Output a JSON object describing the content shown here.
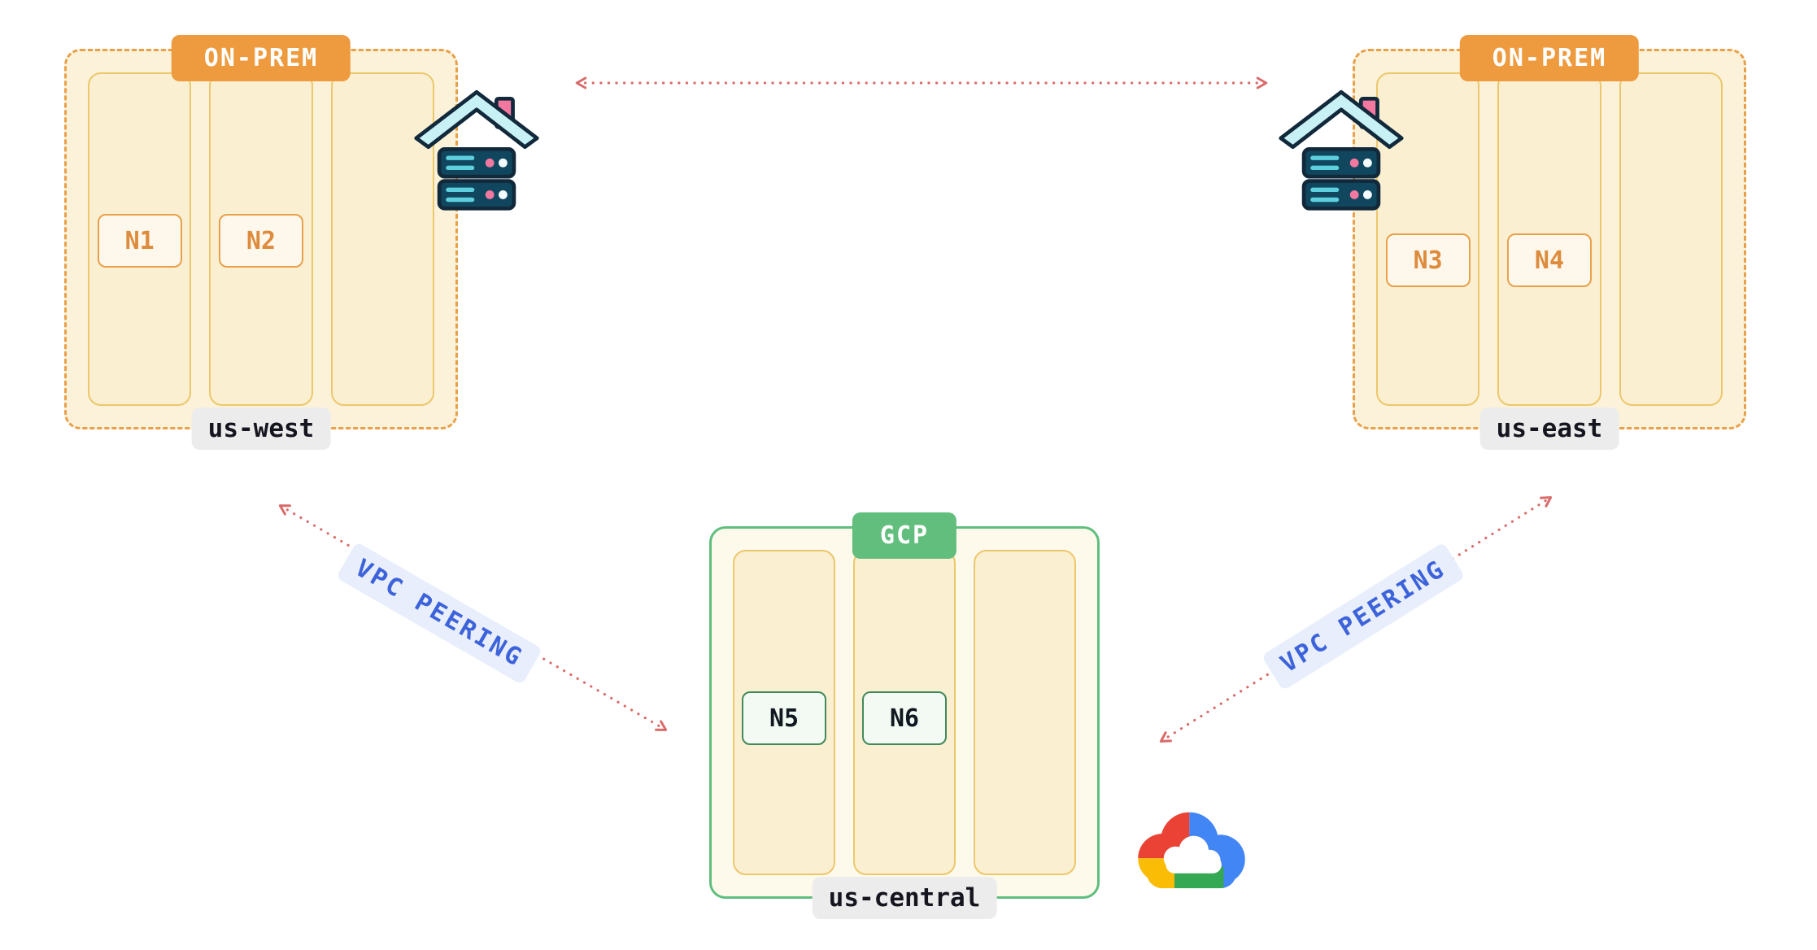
{
  "regions": [
    {
      "id": "us-west",
      "provider": "ON-PREM",
      "region_label": "us-west",
      "nodes": [
        "N1",
        "N2"
      ]
    },
    {
      "id": "us-east",
      "provider": "ON-PREM",
      "region_label": "us-east",
      "nodes": [
        "N3",
        "N4"
      ]
    },
    {
      "id": "us-central",
      "provider": "GCP",
      "region_label": "us-central",
      "nodes": [
        "N5",
        "N6"
      ]
    }
  ],
  "connections": [
    {
      "from": "us-west",
      "to": "us-east",
      "label": ""
    },
    {
      "from": "us-west",
      "to": "us-central",
      "label": "VPC PEERING"
    },
    {
      "from": "us-central",
      "to": "us-east",
      "label": "VPC PEERING"
    }
  ],
  "icons": {
    "onprem": "house-server-icon",
    "gcp": "google-cloud-logo",
    "connector": "dotted-double-arrow"
  },
  "colors": {
    "onprem_badge": "#EE9B3F",
    "gcp_badge": "#62BE7D",
    "onprem_border": "#E8A04B",
    "gcp_border": "#5FBE7D",
    "region_fill": "#FBF2D9",
    "column_fill": "#FAEFD0",
    "column_border": "#EDC76B",
    "arrow": "#D96B6B",
    "peering_text": "#3D63DB",
    "region_pill_bg": "#ECECEC"
  }
}
